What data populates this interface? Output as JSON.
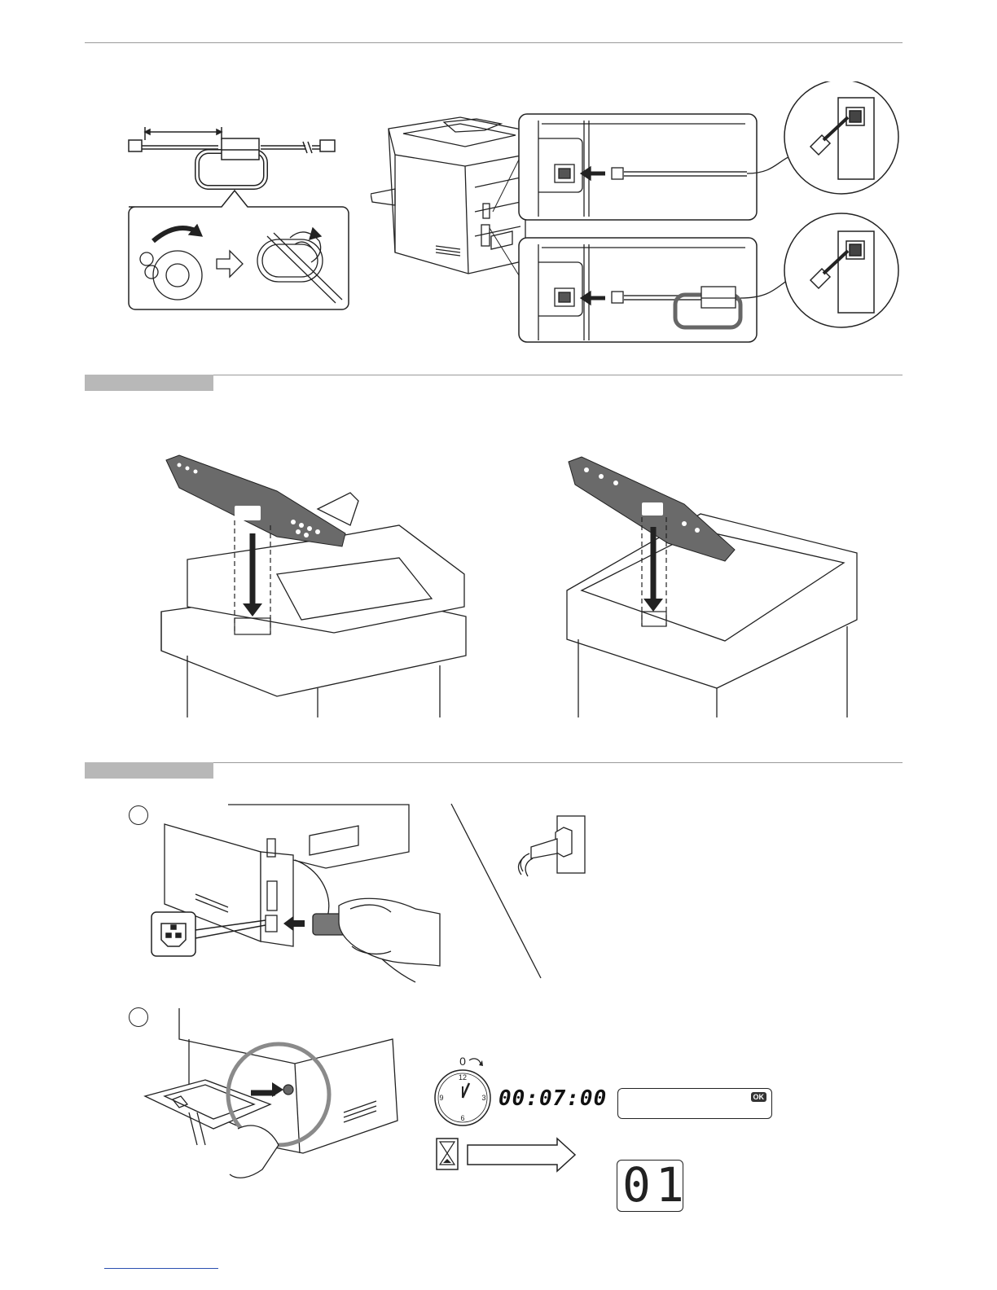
{
  "sections": [
    {
      "id": "telephone-connection",
      "title": ""
    },
    {
      "id": "panel-overlay",
      "title": ""
    },
    {
      "id": "power-on",
      "title": ""
    }
  ],
  "step_markers": {
    "step1": "",
    "step2": ""
  },
  "timer": {
    "zero_label": "0",
    "clock_labels": [
      "12",
      "3",
      "6",
      "9"
    ],
    "countdown": "00:07:00"
  },
  "display": {
    "ok_label": "OK",
    "counter": "01"
  },
  "icons": [
    "phone-cable-icon",
    "ferrite-core-icon",
    "wall-jack-icon",
    "arrow-icon",
    "hourglass-icon",
    "clock-icon",
    "power-plug-icon",
    "power-switch-icon"
  ]
}
